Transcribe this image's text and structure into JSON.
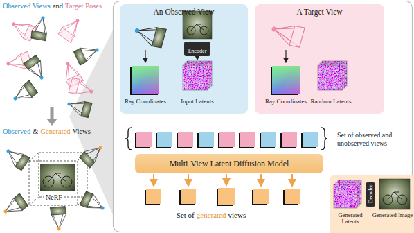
{
  "diagram": {
    "nodes": [
      {
        "text": [
          "An Observed View",
          "Ray Coordinates",
          "Input Latents"
        ]
      },
      {
        "text": [
          "Encoder"
        ],
        "in": 0
      },
      {
        "text": [
          "A Target View",
          "Ray Coordinates",
          "Random Latents"
        ]
      },
      {
        "text": [
          "Multi-View Latent Diffusion Model"
        ]
      },
      {
        "text": [
          "Generated Latents",
          "Generated Image"
        ]
      },
      {
        "text": [
          "Decoder"
        ],
        "in": 4
      }
    ],
    "labels": [
      "Observed Views",
      "and",
      "Target Poses",
      "Observed",
      "&",
      "Generated",
      "Views",
      "NeRF",
      "Set of observed and unobserved views",
      "Set of",
      "generated",
      "views"
    ]
  }
}
